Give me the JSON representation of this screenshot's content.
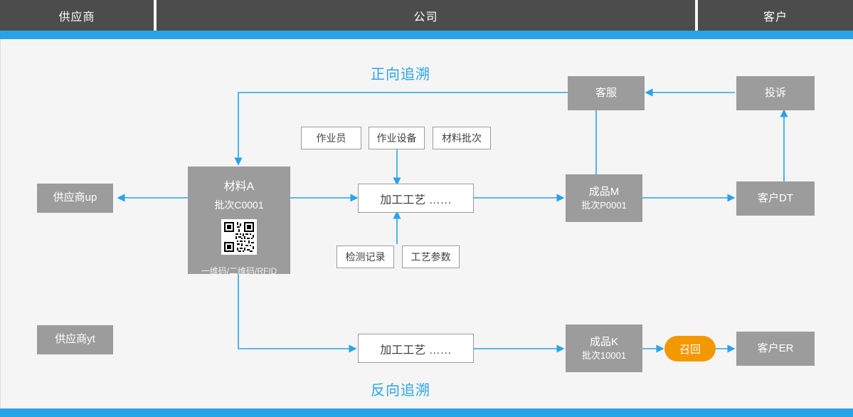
{
  "header": {
    "columns": [
      {
        "label": "供应商"
      },
      {
        "label": "公司"
      },
      {
        "label": "客户"
      }
    ]
  },
  "diagram": {
    "section_labels": {
      "forward": "正向追溯",
      "reverse": "反向追溯"
    },
    "colors": {
      "accent_blue": "#29a3e8",
      "node_gray": "#9c9c9c",
      "header_gray": "#4c4c4c",
      "recall_orange": "#f39800",
      "background": "#f5f5f5"
    },
    "nodes": {
      "supplier_up": {
        "label": "供应商up"
      },
      "supplier_yt": {
        "label": "供应商yt"
      },
      "material": {
        "title": "材料A",
        "batch": "批次C0001",
        "code_types": "一维码/二维码/RFID",
        "qr_name": "qr-code"
      },
      "process_top": {
        "label": "加工工艺  ……"
      },
      "process_bottom": {
        "label": "加工工艺  ……"
      },
      "operator": {
        "label": "作业员"
      },
      "equipment": {
        "label": "作业设备"
      },
      "material_batch": {
        "label": "材料批次"
      },
      "inspection_record": {
        "label": "检测记录"
      },
      "process_param": {
        "label": "工艺参数"
      },
      "product_m": {
        "title": "成品M",
        "batch": "批次P0001"
      },
      "product_k": {
        "title": "成品K",
        "batch": "批次10001"
      },
      "customer_service": {
        "label": "客服"
      },
      "complaint": {
        "label": "投诉"
      },
      "customer_dt": {
        "label": "客户DT"
      },
      "customer_er": {
        "label": "客户ER"
      },
      "recall": {
        "label": "召回"
      }
    }
  }
}
